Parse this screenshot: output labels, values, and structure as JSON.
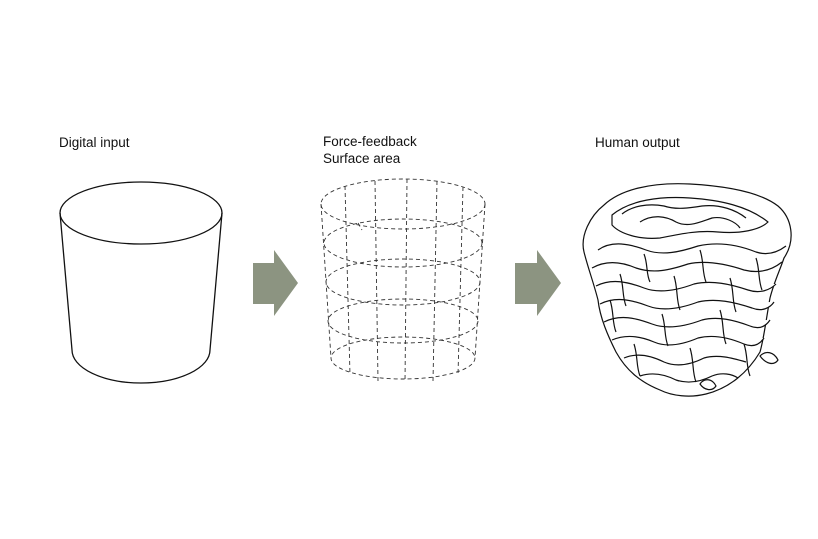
{
  "stages": [
    {
      "label_lines": [
        "Digital input"
      ],
      "icon": "solid-cylinder-icon"
    },
    {
      "label_lines": [
        "Force-feedback",
        "Surface area"
      ],
      "icon": "dashed-wireframe-cylinder-icon"
    },
    {
      "label_lines": [
        "Human output"
      ],
      "icon": "deformed-clay-vessel-icon"
    }
  ],
  "arrow_icon": "arrow-right-icon",
  "colors": {
    "arrow": "#8c9481",
    "line": "#111111",
    "background": "#ffffff"
  }
}
